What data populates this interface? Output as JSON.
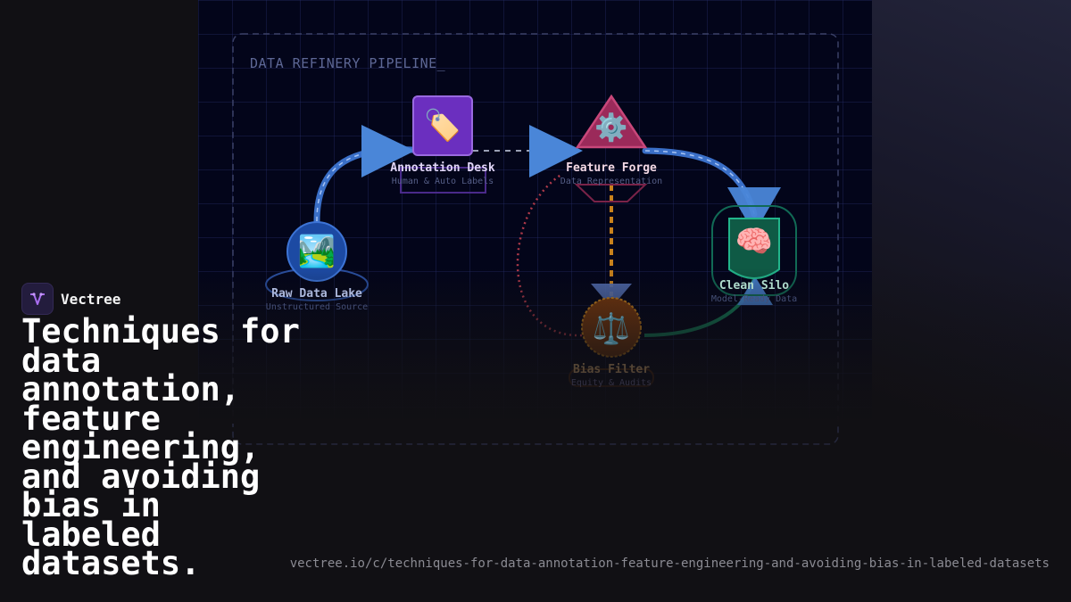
{
  "brand": {
    "name": "Vectree",
    "logo_icon": "waveform-v-icon"
  },
  "headline": "Techniques for data annotation, feature engineering, and avoiding bias in labeled datasets.",
  "url": "vectree.io/c/techniques-for-data-annotation-feature-engineering-and-avoiding-bias-in-labeled-datasets",
  "diagram": {
    "title": "DATA REFINERY PIPELINE_",
    "nodes": [
      {
        "id": "raw",
        "label": "Raw Data Lake",
        "subtitle": "Unstructured Source",
        "icon": "🏞️",
        "icon_name": "landscape-icon",
        "color": "#2a62c9"
      },
      {
        "id": "annotation",
        "label": "Annotation Desk",
        "subtitle": "Human & Auto Labels",
        "icon": "🏷️",
        "icon_name": "label-tag-icon",
        "color": "#6b2fbf"
      },
      {
        "id": "feature",
        "label": "Feature Forge",
        "subtitle": "Data Representation",
        "icon": "⚙️",
        "icon_name": "gear-icon",
        "color": "#9b2a5a"
      },
      {
        "id": "clean",
        "label": "Clean Silo",
        "subtitle": "Model-Ready Data",
        "icon": "🧠",
        "icon_name": "brain-icon",
        "color": "#0f5a45"
      },
      {
        "id": "bias",
        "label": "Bias Filter",
        "subtitle": "Equity & Audits",
        "icon": "⚖️",
        "icon_name": "scales-icon",
        "color": "#8a3e0f"
      }
    ],
    "edges": [
      {
        "from": "raw",
        "to": "annotation",
        "style": "solid-blue"
      },
      {
        "from": "annotation",
        "to": "feature",
        "style": "dashed-gray"
      },
      {
        "from": "feature",
        "to": "clean",
        "style": "solid-blue"
      },
      {
        "from": "feature",
        "to": "bias",
        "style": "dashed-orange"
      },
      {
        "from": "bias",
        "to": "feature",
        "style": "dotted-red"
      },
      {
        "from": "bias",
        "to": "clean",
        "style": "solid-green"
      }
    ]
  }
}
